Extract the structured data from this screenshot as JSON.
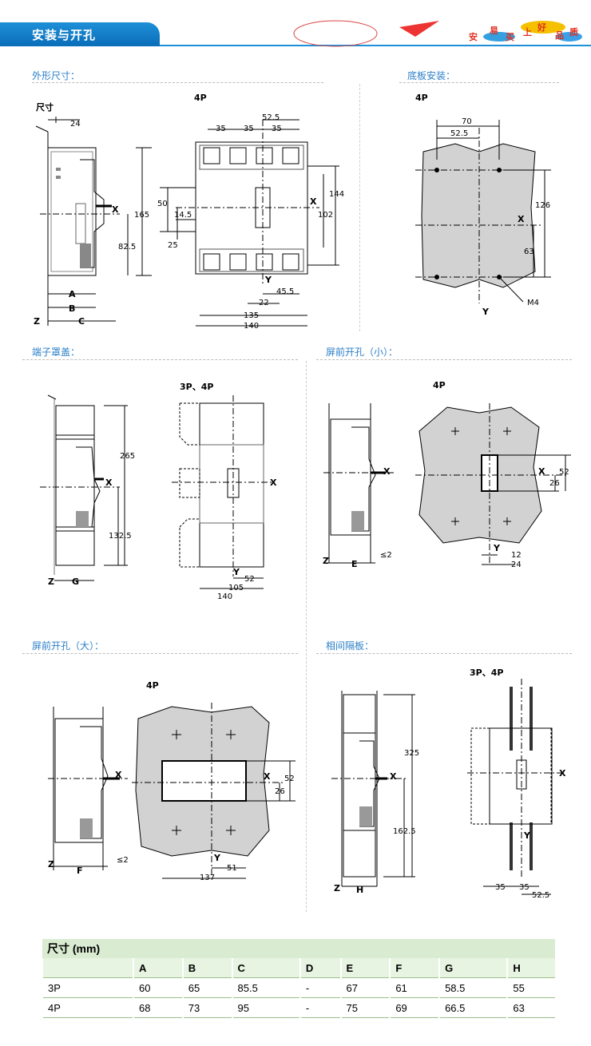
{
  "header": {
    "title": "安装与开孔",
    "slogan": [
      "安",
      "易",
      "买",
      "上",
      "好",
      "品",
      "质"
    ]
  },
  "sections": {
    "outline": "外形尺寸：",
    "base_install": "底板安装：",
    "terminal_cover": "端子罩盖：",
    "cutout_small": "屏前开孔（小）：",
    "cutout_large": "屏前开孔（大）：",
    "phase_barrier": "相间隔板："
  },
  "outline": {
    "size_label": "尺寸",
    "model": "4P",
    "dims": {
      "top_24": "24",
      "d165": "165",
      "d82_5": "82.5",
      "x": "X",
      "z": "Z",
      "a": "A",
      "b": "B",
      "c": "C",
      "d52_5": "52.5",
      "d35a": "35",
      "d35b": "35",
      "d35c": "35",
      "d50": "50",
      "d14_5": "14.5",
      "d25": "25",
      "d144": "144",
      "d102": "102",
      "d45_5": "45.5",
      "d22": "22",
      "d135": "135",
      "d140": "140",
      "y": "Y"
    }
  },
  "base": {
    "model": "4P",
    "d70": "70",
    "d52_5": "52.5",
    "d126": "126",
    "d63": "63",
    "m4": "M4",
    "x": "X",
    "y": "Y"
  },
  "terminal": {
    "model": "3P、4P",
    "d265": "265",
    "d132_5": "132.5",
    "g": "G",
    "z": "Z",
    "x": "X",
    "x2": "X",
    "y": "Y",
    "d52": "52",
    "d105": "105",
    "d140": "140"
  },
  "small": {
    "model": "4P",
    "x": "X",
    "x2": "X",
    "y": "Y",
    "z": "Z",
    "e": "E",
    "le2": "≤2",
    "d52": "52",
    "d26": "26",
    "d12": "12",
    "d24": "24"
  },
  "large": {
    "model": "4P",
    "x": "X",
    "x2": "X",
    "y": "Y",
    "z": "Z",
    "f": "F",
    "le2": "≤2",
    "d52": "52",
    "d26": "26",
    "d51": "51",
    "d137": "137"
  },
  "barrier": {
    "model": "3P、4P",
    "d325": "325",
    "d162_5": "162.5",
    "x": "X",
    "x2": "X",
    "y": "Y",
    "z": "Z",
    "h": "H",
    "d35a": "35",
    "d35b": "35",
    "d52_5": "52.5"
  },
  "table": {
    "title": "尺寸 (mm)",
    "columns": [
      "",
      "A",
      "B",
      "C",
      "D",
      "E",
      "F",
      "G",
      "H"
    ],
    "rows": [
      [
        "3P",
        "60",
        "65",
        "85.5",
        "-",
        "67",
        "61",
        "58.5",
        "55"
      ],
      [
        "4P",
        "68",
        "73",
        "95",
        "-",
        "75",
        "69",
        "66.5",
        "63"
      ]
    ]
  }
}
